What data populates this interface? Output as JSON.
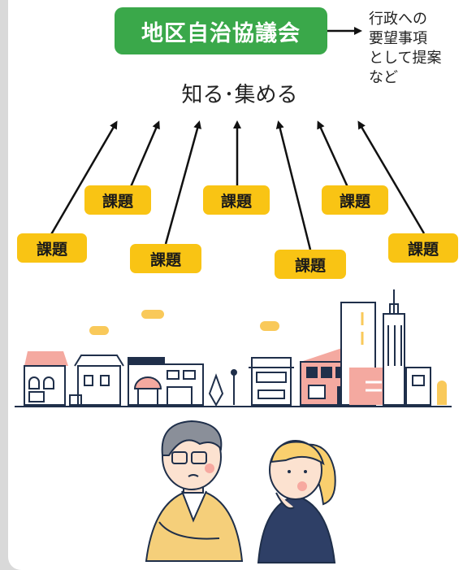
{
  "council": {
    "label": "地区自治協議会",
    "color": "#3aa84a"
  },
  "proposal_note": {
    "lines": [
      "行政への",
      "要望事項",
      "として提案",
      "など"
    ]
  },
  "collect_label": "知る･集める",
  "issues": [
    {
      "label": "課題"
    },
    {
      "label": "課題"
    },
    {
      "label": "課題"
    },
    {
      "label": "課題"
    },
    {
      "label": "課題"
    },
    {
      "label": "課題"
    },
    {
      "label": "課題"
    }
  ],
  "colors": {
    "issue": "#f9c414",
    "accent_pink": "#f4a9a0",
    "sweater": "#f5cf7a",
    "dress": "#2e3f66"
  },
  "illustrations": [
    "town-skyline",
    "worried-man",
    "thinking-woman"
  ]
}
